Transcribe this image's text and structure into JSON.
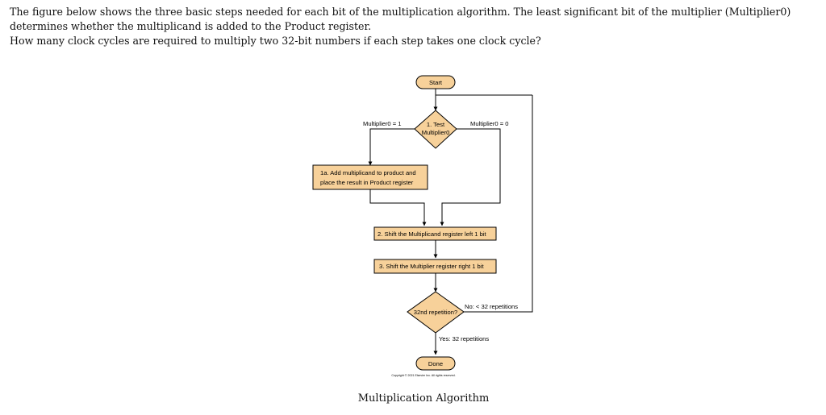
{
  "question": {
    "line1": "The figure below shows the three basic steps needed for each bit of the multiplication algorithm. The least significant bit of the multiplier (Multiplier0) determines whether the multiplicand is added to the Product register.",
    "line2": "How many clock cycles are required to multiply two 32-bit numbers if each step takes one clock cycle?"
  },
  "flowchart": {
    "start": "Start",
    "test_line1": "1. Test",
    "test_line2": "Multiplier0",
    "branch_left": "Multiplier0 = 1",
    "branch_right": "Multiplier0 = 0",
    "step1a_line1": "1a. Add multiplicand to product and",
    "step1a_line2": "place the result in Product register",
    "step2": "2. Shift the Multiplicand register left 1 bit",
    "step3": "3. Shift the Multiplier register right 1 bit",
    "decision": "32nd repetition?",
    "no_label": "No: < 32 repetitions",
    "yes_label": "Yes: 32 repetitions",
    "done": "Done",
    "copyright": "Copyright © 2021 Elsevier Inc. All rights reserved."
  },
  "caption": "Multiplication Algorithm",
  "colors": {
    "fill": "#f7d19a",
    "stroke": "#000000"
  }
}
